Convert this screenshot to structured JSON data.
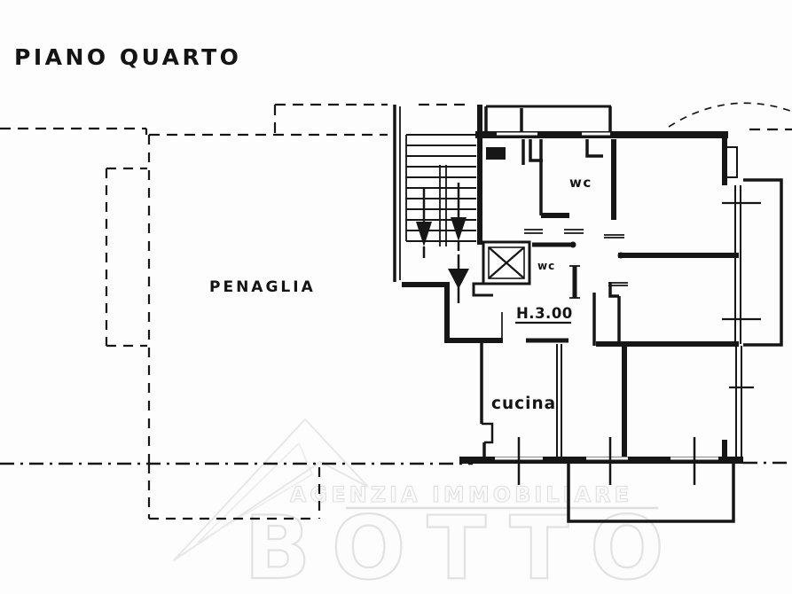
{
  "document": {
    "title": "PIANO QUARTO"
  },
  "labels": {
    "adjacent_area": "PENAGLIA",
    "wc_top": "wc",
    "wc_hall": "wc",
    "kitchen": "cucina",
    "ceiling_height": "H.3.00"
  },
  "watermark": {
    "agency_line": "AGENZIA IMMOBILIARE",
    "agency_name": "BOTTO"
  },
  "colors": {
    "ink": "#141414",
    "paper": "#fdfdfd",
    "watermark_stroke": "#e2e2e2",
    "watermark_fill": "#fbfbfb"
  }
}
